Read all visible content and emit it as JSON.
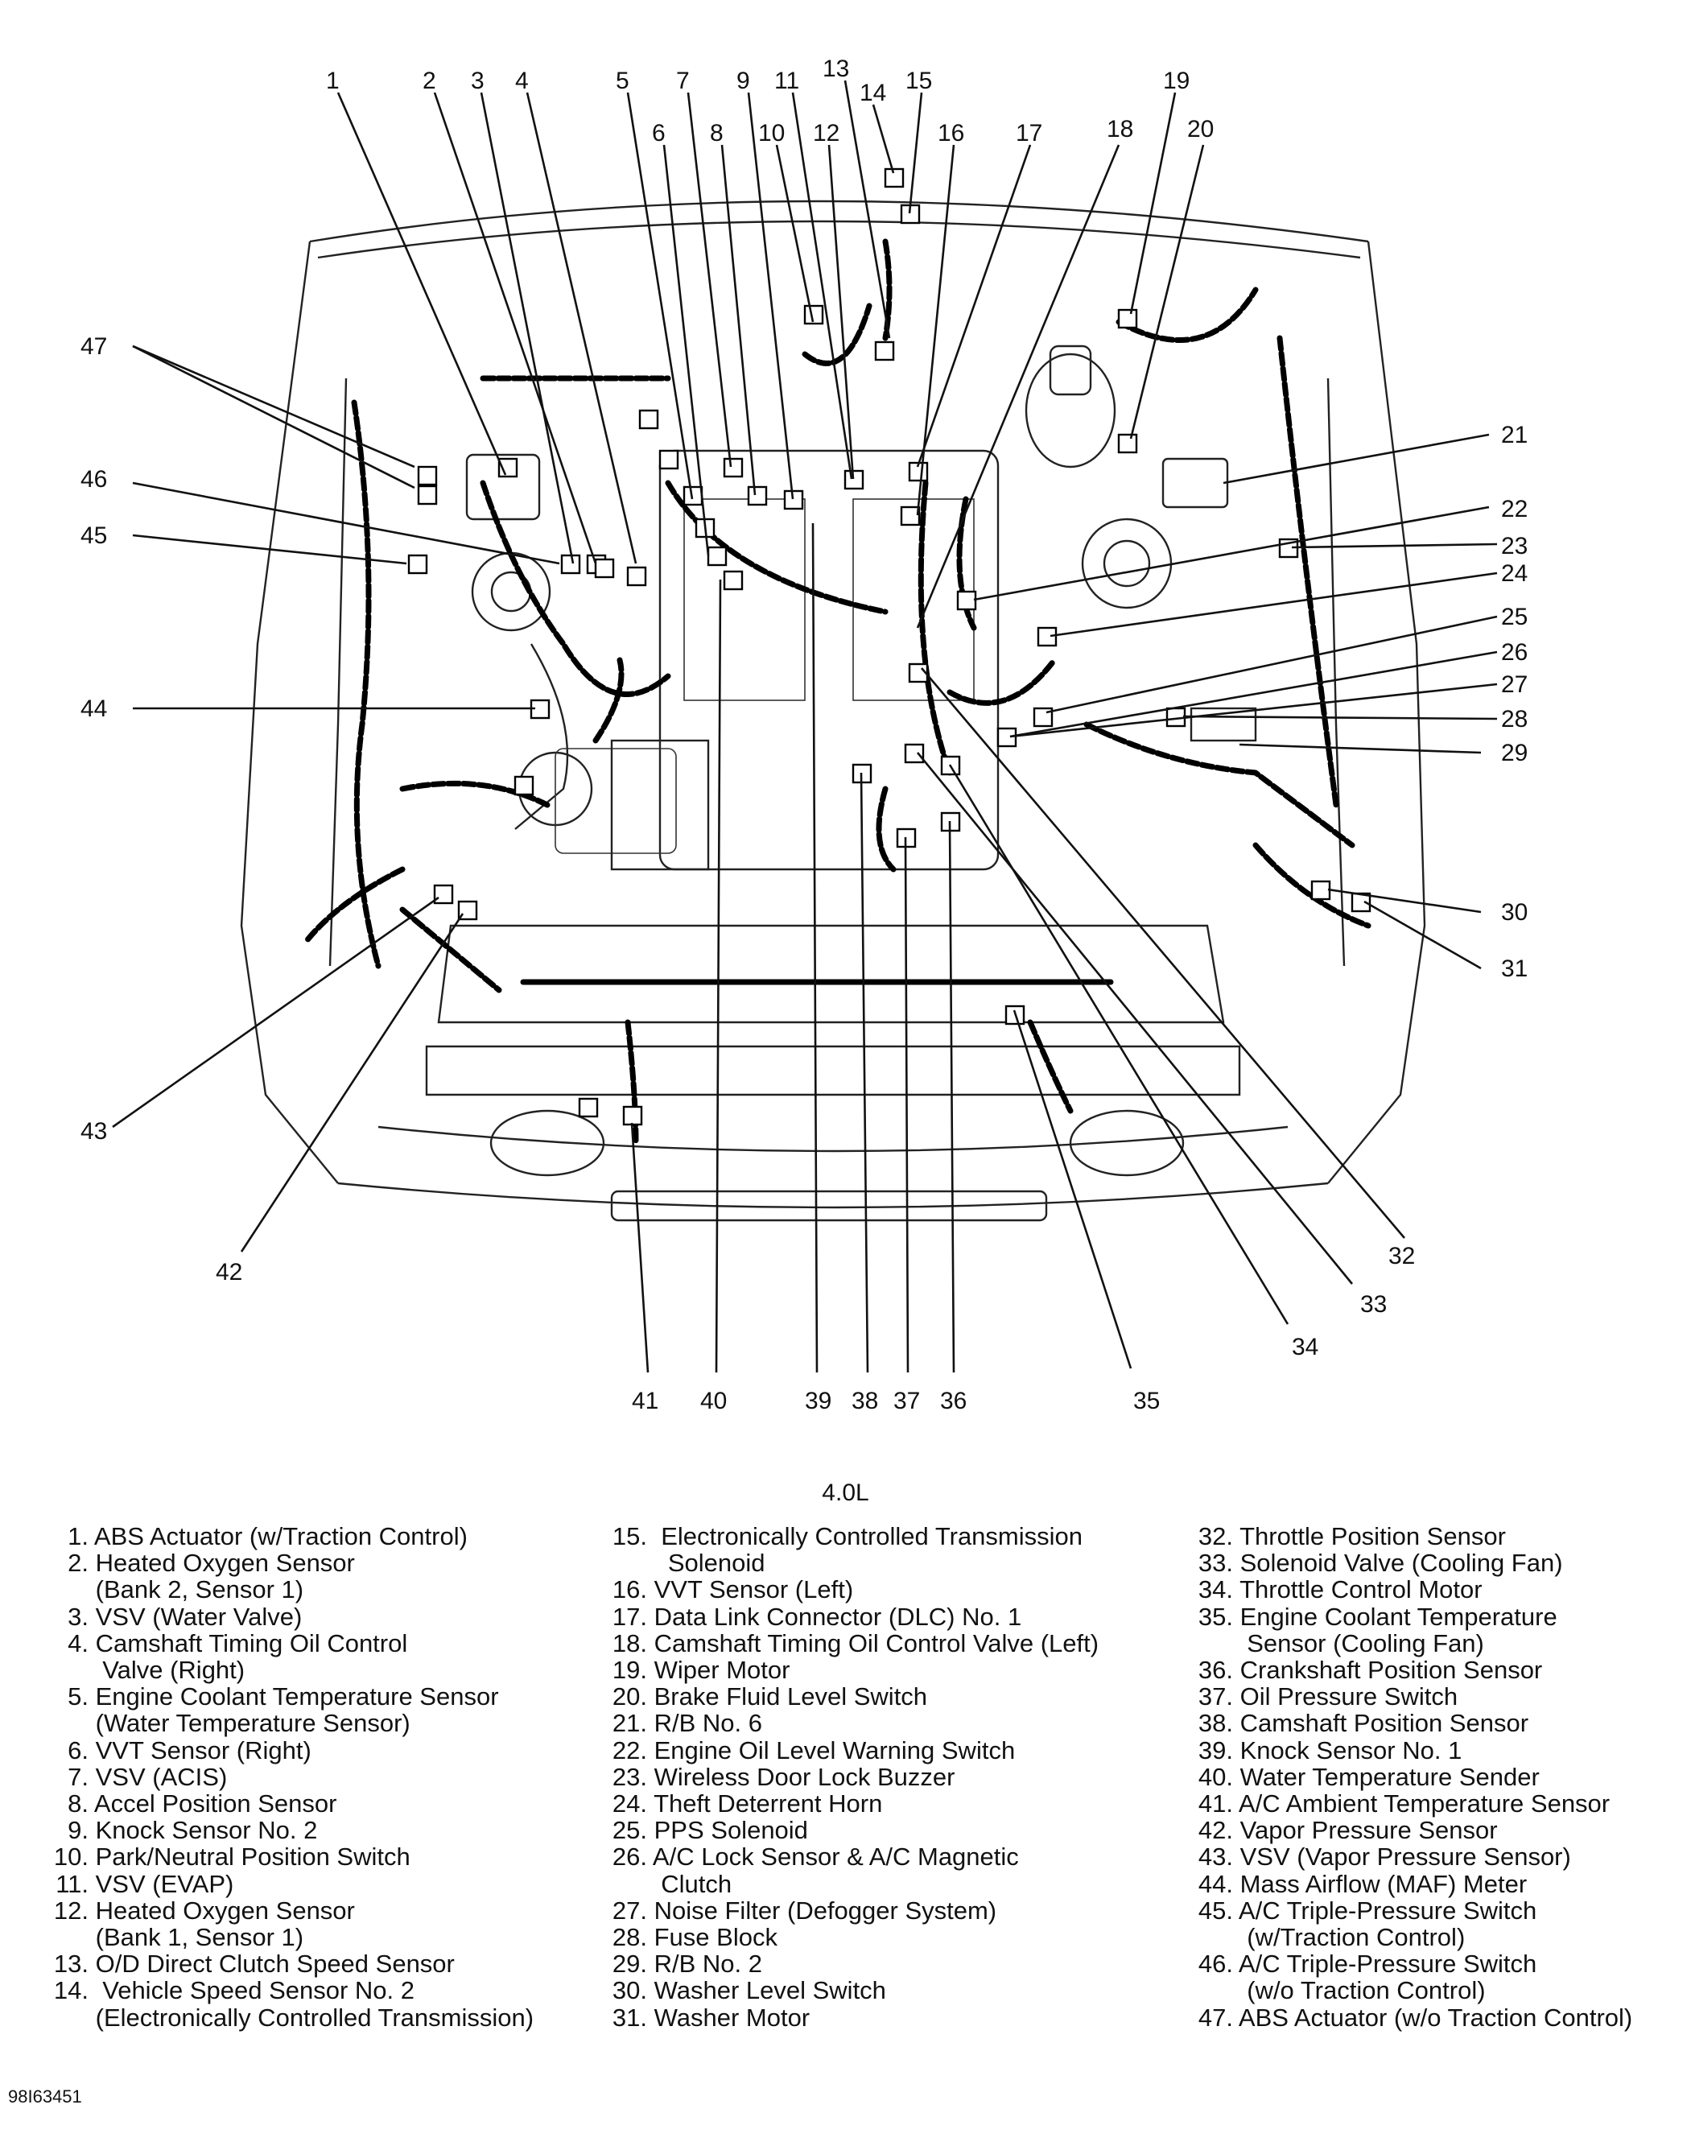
{
  "engine_label": "4.0L",
  "figure_code": "98I63451",
  "callouts": [
    {
      "n": "1"
    },
    {
      "n": "2"
    },
    {
      "n": "3"
    },
    {
      "n": "4"
    },
    {
      "n": "5"
    },
    {
      "n": "6"
    },
    {
      "n": "7"
    },
    {
      "n": "8"
    },
    {
      "n": "9"
    },
    {
      "n": "10"
    },
    {
      "n": "11"
    },
    {
      "n": "12"
    },
    {
      "n": "13"
    },
    {
      "n": "14"
    },
    {
      "n": "15"
    },
    {
      "n": "16"
    },
    {
      "n": "17"
    },
    {
      "n": "18"
    },
    {
      "n": "19"
    },
    {
      "n": "20"
    },
    {
      "n": "21"
    },
    {
      "n": "22"
    },
    {
      "n": "23"
    },
    {
      "n": "24"
    },
    {
      "n": "25"
    },
    {
      "n": "26"
    },
    {
      "n": "27"
    },
    {
      "n": "28"
    },
    {
      "n": "29"
    },
    {
      "n": "30"
    },
    {
      "n": "31"
    },
    {
      "n": "32"
    },
    {
      "n": "33"
    },
    {
      "n": "34"
    },
    {
      "n": "35"
    },
    {
      "n": "36"
    },
    {
      "n": "37"
    },
    {
      "n": "38"
    },
    {
      "n": "39"
    },
    {
      "n": "40"
    },
    {
      "n": "41"
    },
    {
      "n": "42"
    },
    {
      "n": "43"
    },
    {
      "n": "44"
    },
    {
      "n": "45"
    },
    {
      "n": "46"
    },
    {
      "n": "47"
    }
  ],
  "legend": {
    "col1": [
      {
        "num": "1.",
        "text": "ABS Actuator (w/Traction Control)"
      },
      {
        "num": "2.",
        "text": "Heated Oxygen Sensor"
      },
      {
        "num": "",
        "text": "(Bank 2, Sensor 1)"
      },
      {
        "num": "3.",
        "text": "VSV (Water Valve)"
      },
      {
        "num": "4.",
        "text": "Camshaft Timing Oil Control"
      },
      {
        "num": "",
        "text": " Valve (Right)"
      },
      {
        "num": "5.",
        "text": "Engine Coolant Temperature Sensor"
      },
      {
        "num": "",
        "text": "(Water Temperature Sensor)"
      },
      {
        "num": "6.",
        "text": "VVT Sensor (Right)"
      },
      {
        "num": "7.",
        "text": "VSV (ACIS)"
      },
      {
        "num": "8.",
        "text": "Accel Position Sensor"
      },
      {
        "num": "9.",
        "text": "Knock Sensor No. 2"
      },
      {
        "num": "10.",
        "text": "Park/Neutral Position Switch"
      },
      {
        "num": "11.",
        "text": "VSV (EVAP)"
      },
      {
        "num": "12.",
        "text": "Heated Oxygen Sensor"
      },
      {
        "num": "",
        "text": "(Bank 1, Sensor 1)"
      },
      {
        "num": "13.",
        "text": "O/D Direct Clutch Speed Sensor"
      },
      {
        "num": "14.",
        "text": " Vehicle Speed Sensor No. 2"
      },
      {
        "num": "",
        "text": "(Electronically Controlled Transmission)"
      }
    ],
    "col2": [
      {
        "num": "15.",
        "text": " Electronically Controlled Transmission"
      },
      {
        "num": "",
        "text": "  Solenoid"
      },
      {
        "num": "16.",
        "text": "VVT Sensor (Left)"
      },
      {
        "num": "17.",
        "text": "Data Link Connector (DLC) No. 1"
      },
      {
        "num": "18.",
        "text": "Camshaft Timing Oil Control Valve (Left)"
      },
      {
        "num": "19.",
        "text": "Wiper Motor"
      },
      {
        "num": "20.",
        "text": "Brake Fluid Level Switch"
      },
      {
        "num": "21.",
        "text": "R/B No. 6"
      },
      {
        "num": "22.",
        "text": "Engine Oil Level Warning Switch"
      },
      {
        "num": "23.",
        "text": "Wireless Door Lock Buzzer"
      },
      {
        "num": "24.",
        "text": "Theft Deterrent Horn"
      },
      {
        "num": "25.",
        "text": "PPS Solenoid"
      },
      {
        "num": "26.",
        "text": "A/C Lock Sensor & A/C Magnetic"
      },
      {
        "num": "",
        "text": " Clutch"
      },
      {
        "num": "27.",
        "text": "Noise Filter (Defogger System)"
      },
      {
        "num": "28.",
        "text": "Fuse Block"
      },
      {
        "num": "29.",
        "text": "R/B No. 2"
      },
      {
        "num": "30.",
        "text": "Washer Level Switch"
      },
      {
        "num": "31.",
        "text": "Washer Motor"
      }
    ],
    "col3": [
      {
        "num": "32.",
        "text": "Throttle Position Sensor"
      },
      {
        "num": "33.",
        "text": "Solenoid Valve (Cooling Fan)"
      },
      {
        "num": "34.",
        "text": "Throttle Control Motor"
      },
      {
        "num": "35.",
        "text": "Engine Coolant Temperature"
      },
      {
        "num": "",
        "text": " Sensor (Cooling Fan)"
      },
      {
        "num": "36.",
        "text": "Crankshaft Position Sensor"
      },
      {
        "num": "37.",
        "text": "Oil Pressure Switch"
      },
      {
        "num": "38.",
        "text": "Camshaft Position Sensor"
      },
      {
        "num": "39.",
        "text": "Knock Sensor No. 1"
      },
      {
        "num": "40.",
        "text": "Water Temperature Sender"
      },
      {
        "num": "41.",
        "text": "A/C Ambient Temperature Sensor"
      },
      {
        "num": "42.",
        "text": "Vapor Pressure Sensor"
      },
      {
        "num": "43.",
        "text": "VSV (Vapor Pressure Sensor)"
      },
      {
        "num": "44.",
        "text": "Mass Airflow (MAF) Meter"
      },
      {
        "num": "45.",
        "text": "A/C Triple-Pressure Switch"
      },
      {
        "num": "",
        "text": " (w/Traction Control)"
      },
      {
        "num": "46.",
        "text": "A/C Triple-Pressure Switch"
      },
      {
        "num": "",
        "text": " (w/o Traction Control)"
      },
      {
        "num": "47.",
        "text": "ABS Actuator (w/o Traction Control)"
      }
    ]
  }
}
